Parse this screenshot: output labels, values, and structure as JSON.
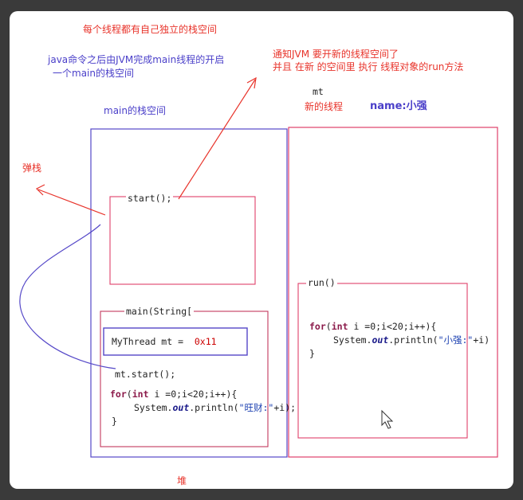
{
  "notes": {
    "thread_own_stack": "每个线程都有自己独立的栈空间",
    "java_cmd_line1": "java命令之后由JVM完成main线程的开启",
    "java_cmd_line2": "一个main的栈空间",
    "notify_line1": "通知JVM 要开新的线程空间了",
    "notify_line2": "并且 在新 的空间里 执行 线程对象的run方法",
    "mt_label": "mt",
    "new_thread": "新的线程",
    "name_label": "name:小强",
    "main_stack": "main的栈空间",
    "pop_stack": "弹栈",
    "heap": "堆"
  },
  "main_code": {
    "start_call": "start();",
    "main_header": "main(String[",
    "mythread_decl": "MyThread mt =",
    "address": "0x11",
    "mt_start": "mt.start();",
    "for_kw": "for",
    "int_kw": "int",
    "loop_rest": "i =0;i<20;i++){",
    "sys_prefix": "System.",
    "out_kw": "out",
    "println_open": ".println(",
    "main_str": "\"旺财:\"",
    "main_tail": "+i);",
    "close_brace": "}"
  },
  "run_code": {
    "run_header": "run()",
    "for_kw": "for",
    "int_kw": "int",
    "loop_rest": "i =0;i<20;i++){",
    "sys_prefix": "System.",
    "out_kw": "out",
    "println_open": ".println(",
    "run_str": "\"小强:\"",
    "run_tail": "+i)",
    "close_brace": "}"
  },
  "colors": {
    "red": "#e8332a",
    "blue": "#4a3fc9",
    "pink": "#e0406a",
    "gray": "#555555"
  }
}
